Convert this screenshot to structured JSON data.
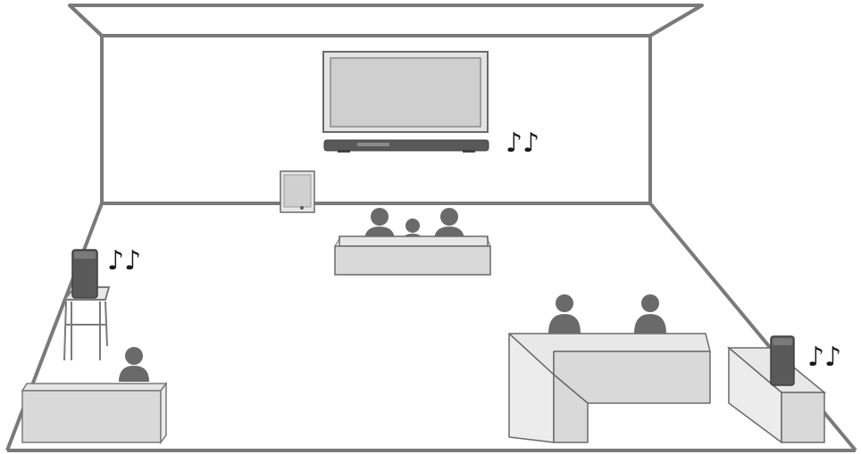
{
  "diagram": {
    "sound_indicators": [
      {
        "id": "soundbar",
        "glyph": "♪♪"
      },
      {
        "id": "left-rear-speaker",
        "glyph": "♪♪"
      },
      {
        "id": "right-rear-speaker",
        "glyph": "♪♪"
      }
    ],
    "colors": {
      "outline": "#7a7a7a",
      "furniture_fill": "#d9d9d9",
      "furniture_side": "#ececec",
      "person": "#6a6a6a",
      "speaker": "#595959",
      "screen_fill": "#d0d0d0"
    }
  }
}
